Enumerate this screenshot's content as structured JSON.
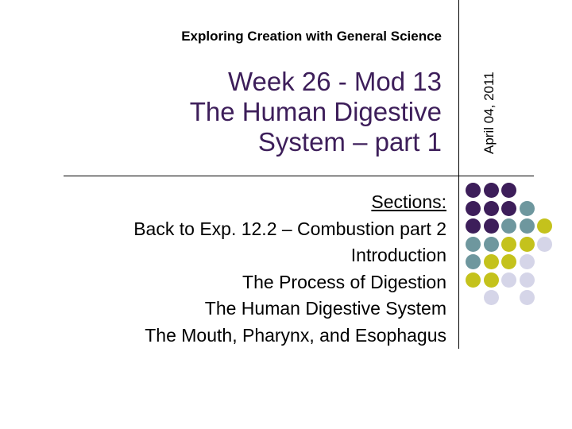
{
  "header": {
    "course": "Exploring Creation with General Science"
  },
  "title": {
    "lines": [
      "Week 26 - Mod 13",
      "The Human Digestive",
      "System – part 1"
    ]
  },
  "date": "April 04, 2011",
  "content": {
    "lines": [
      "Sections:",
      "Back to Exp. 12.2 – Combustion part 2",
      "Introduction",
      "The Process of Digestion",
      "The Human Digestive System",
      "The Mouth, Pharynx, and Esophagus"
    ]
  },
  "colors": {
    "title": "#3d1e5a",
    "dot_purple": "#3d1e5a",
    "dot_teal": "#6e979e",
    "dot_olive": "#c4c21c",
    "dot_lavender": "#d5d5e8"
  },
  "decoration": {
    "dot_grid": [
      [
        "purple",
        "purple",
        "purple",
        "",
        "",
        ""
      ],
      [
        "purple",
        "purple",
        "purple",
        "teal",
        "",
        ""
      ],
      [
        "purple",
        "purple",
        "teal",
        "teal",
        "olive",
        ""
      ],
      [
        "teal",
        "teal",
        "olive",
        "olive",
        "lavender",
        ""
      ],
      [
        "teal",
        "olive",
        "olive",
        "lavender",
        "",
        ""
      ],
      [
        "olive",
        "olive",
        "lavender",
        "lavender",
        "",
        ""
      ],
      [
        "",
        "lavender",
        "",
        "lavender",
        "",
        ""
      ]
    ]
  }
}
